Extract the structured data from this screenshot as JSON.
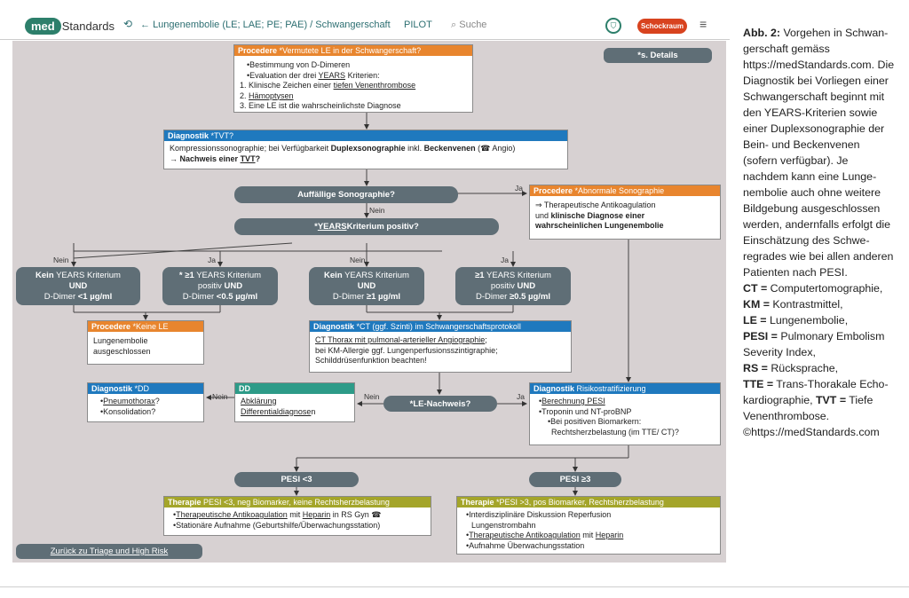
{
  "header": {
    "logo_prefix": "med",
    "logo_suffix": "Standards",
    "breadcrumb": "Lungenembolie (LE; LAE; PE; PAE) / Schwangerschaft",
    "pilot": "PILOT",
    "search_placeholder": "Suche",
    "schockraum_label": "Schockraum"
  },
  "details_button": "*s. Details",
  "back_button": "Zurück zu Triage und High Risk",
  "boxes": {
    "procedere_vermutete": {
      "hdr_bold": "Procedere",
      "hdr_rest": " *Vermutete LE in der Schwangerschaft?",
      "l1": "•Bestimmung von D-Dimeren",
      "l2_a": "•Evaluation der drei ",
      "l2_u": "YEARS",
      "l2_b": " Kriterien:",
      "l3_a": "1. Klinische Zeichen einer ",
      "l3_u": "tiefen Venenthrombose",
      "l4_a": "2. ",
      "l4_u": "Hämoptysen",
      "l5": "3. Eine LE ist die wahrscheinlichste Diagnose"
    },
    "diagnostik_tvt": {
      "hdr_bold": "Diagnostik",
      "hdr_rest": " *TVT?",
      "l1_a": "Kompressionssonographie; bei Verfügbarkeit ",
      "l1_b": "Duplexsonographie",
      "l1_c": " inkl. ",
      "l1_d": "Beckenvenen",
      "l1_e": " (☎ Angio)",
      "l2_a": "→ ",
      "l2_b": "Nachweis einer ",
      "l2_u": "TVT",
      "l2_c": "?"
    },
    "procedere_abnormal": {
      "hdr_bold": "Procedere",
      "hdr_rest": " *Abnormale Sonographie",
      "l1": "⇒ Therapeutische Antikoagulation",
      "l2_a": "und ",
      "l2_b": "klinische Diagnose einer",
      "l3": "wahrscheinlichen Lungenembolie"
    },
    "procedere_keine": {
      "hdr_bold": "Procedere",
      "hdr_rest": " *Keine LE",
      "l1": "Lungenembolie",
      "l2": "ausgeschlossen"
    },
    "diagnostik_ct": {
      "hdr_bold": "Diagnostik",
      "hdr_rest": " *CT (ggf. Szinti) im Schwangerschaftsprotokoll",
      "l1_u": "CT Thorax mit pulmonal-arterieller Angiographie",
      "l1_b": ";",
      "l2": "bei KM-Allergie ggf. Lungenperfusionsszintigraphie;",
      "l3": "Schilddrüsenfunktion beachten!"
    },
    "diagnostik_dd": {
      "hdr_bold": "Diagnostik",
      "hdr_rest": " *DD",
      "l1_a": "•",
      "l1_u": "Pneumothorax",
      "l1_b": "?",
      "l2": "•Konsolidation?"
    },
    "dd": {
      "hdr": "DD",
      "l1_u": "Abklärung",
      "l2_u": "Differentialdiagnose",
      "l2_b": "n"
    },
    "diagnostik_risk": {
      "hdr_bold": "Diagnostik",
      "hdr_rest": " Risikostratifizierung",
      "l1_a": "•",
      "l1_u": "Berechnung PESI",
      "l2": "•Troponin und NT-proBNP",
      "l3": "•Bei positiven Biomarkern:",
      "l4": "Rechtsherzbelastung (im TTE/ CT)?"
    },
    "therapie_low": {
      "hdr_bold": "Therapie",
      "hdr_rest": " PESI <3, neg Biomarker, keine Rechtsherzbelastung",
      "l1_a": "•",
      "l1_u": "Therapeutische Antikoagulation",
      "l1_b": " mit ",
      "l1_u2": "Heparin",
      "l1_c": " in RS Gyn ☎",
      "l2": "•Stationäre Aufnahme (Geburtshilfe/Überwachungsstation)"
    },
    "therapie_high": {
      "hdr_bold": "Therapie",
      "hdr_rest": " *PESI >3, pos Biomarker, Rechtsherzbelastung",
      "l1": "•Interdisziplinäre Diskussion Reperfusion",
      "l2": "Lungenstrombahn",
      "l3_a": "•",
      "l3_u": "Therapeutische Antikoagulation",
      "l3_b": " mit ",
      "l3_u2": "Heparin",
      "l4": "•Aufnahme Überwachungsstation"
    }
  },
  "pills": {
    "sono": "Auffällige Sonographie?",
    "years_pre": "*",
    "years_u": "YEARS",
    "years_post": " Kriterium positiv?",
    "le_nachweis": "*LE-Nachweis?",
    "pesi_low": "PESI <3",
    "pesi_high": "PESI ≥3"
  },
  "criteria": {
    "c1_a": "Kein",
    "c1_b": " YEARS Kriterium",
    "c1_c": "UND",
    "c1_d": "D-Dimer ",
    "c1_e": "<1 µg/ml",
    "c2_a": "* ≥1",
    "c2_b": " YEARS Kriterium",
    "c2_c": "positiv ",
    "c2_d": "UND",
    "c2_e": "D-Dimer ",
    "c2_f": "<0.5 µg/ml",
    "c3_a": "Kein",
    "c3_b": " YEARS Kriterium",
    "c3_c": "UND",
    "c3_d": "D-Dimer ",
    "c3_e": "≥1 µg/ml",
    "c4_a": "≥1",
    "c4_b": " YEARS Kriterium",
    "c4_c": "positiv ",
    "c4_d": "UND",
    "c4_e": "D-Dimer ",
    "c4_f": "≥0.5 µg/ml"
  },
  "labels": {
    "ja": "Ja",
    "nein": "Nein"
  },
  "caption": {
    "title": "Abb. 2:",
    "intro": " Vorgehen in Schwan­gerschaft gemäss https://medStandards.com. Die Diagnostik bei Vorliegen einer Schwangerschaft beginnt mit den YEARS-Kriterien sowie einer Duplexsonographie der Bein- und Beckenve­nen (sofern verfügbar). Je nachdem kann eine Lunge­nembolie auch ohne weitere Bildgebung ausgeschlossen werden, andernfalls erfolgt die Einschätzung des Schwe­regrades wie bei allen ande­ren Patienten nach PESI.",
    "ct_k": "CT =",
    "ct_v": " Computertomographie,",
    "km_k": "KM =",
    "km_v": " Kontrastmittel,",
    "le_k": "LE =",
    "le_v": " Lungenembolie,",
    "pesi_k": "PESI =",
    "pesi_v": " Pulmonary Embolism Severity Index,",
    "rs_k": "RS =",
    "rs_v": " Rücksprache,",
    "tte_k": "TTE =",
    "tte_v": " Trans-Thorakale Echo­kardiographie, ",
    "tvt_k": "TVT =",
    "tvt_v": " Tiefe Venenthrombose. ©https://medStandards.com"
  }
}
